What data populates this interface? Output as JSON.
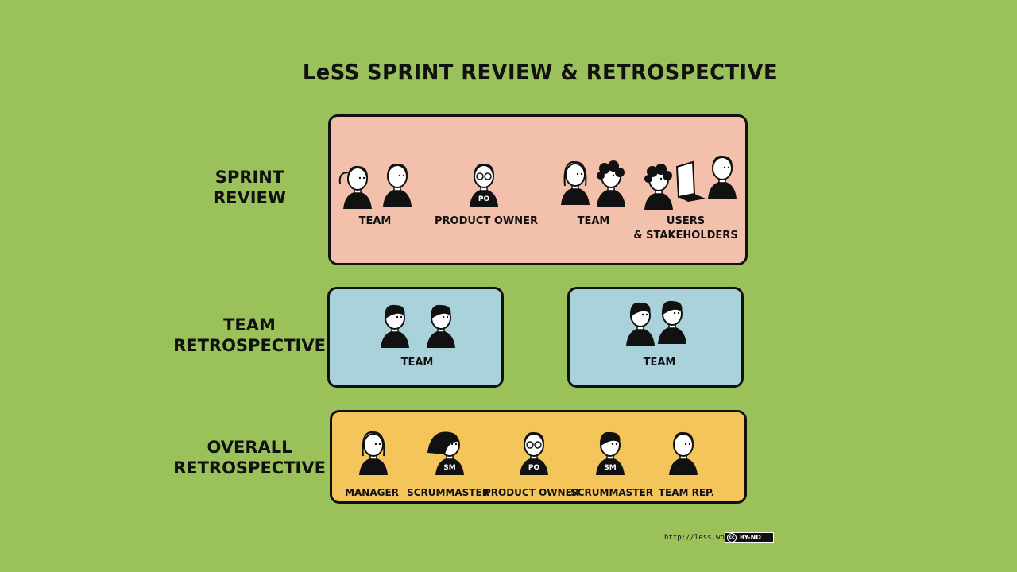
{
  "colors": {
    "background": "#9bc25a",
    "sprint_review": "#f3c1ab",
    "team_retro": "#a9d2da",
    "overall_retro": "#f4c55b",
    "ink": "#111111"
  },
  "title": "LeSS SPRINT REVIEW & RETROSPECTIVE",
  "rows": {
    "sprint_review": {
      "label_line1": "SPRINT",
      "label_line2": "REVIEW",
      "groups": [
        "TEAM",
        "PRODUCT OWNER",
        "TEAM",
        "USERS",
        "& STAKEHOLDERS"
      ]
    },
    "team_retro": {
      "label_line1": "TEAM",
      "label_line2": "RETROSPECTIVE",
      "left_caption": "TEAM",
      "right_caption": "TEAM"
    },
    "overall_retro": {
      "label_line1": "OVERALL",
      "label_line2": "RETROSPECTIVE",
      "roles": [
        "MANAGER",
        "SCRUMMASTER",
        "PRODUCT OWNER",
        "SCRUMMASTER",
        "TEAM REP."
      ],
      "badges": {
        "po": "PO",
        "sm": "SM"
      }
    }
  },
  "footer": {
    "url": "http://less.works",
    "license": "BY-ND",
    "license_icon": "cc"
  }
}
